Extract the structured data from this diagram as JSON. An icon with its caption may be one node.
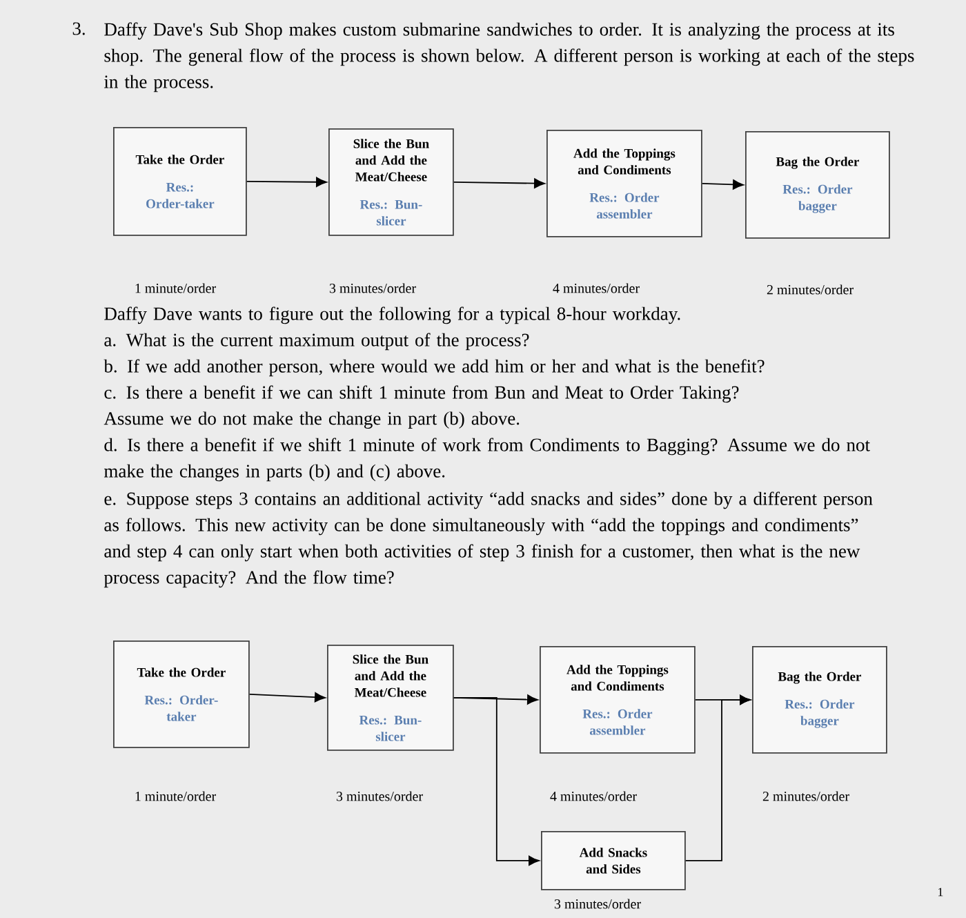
{
  "diagram": {
    "nodes": [
      {
        "text": [
          "Take the Order",
          "Res.: Order-taker"
        ],
        "beside": [
          "1 minute/order"
        ]
      },
      {
        "text": [
          "Slice the Bun and Add the Meat/Cheese",
          "Res.: Bun-slicer"
        ],
        "beside": [
          "3 minutes/order"
        ]
      },
      {
        "text": [
          "Add the Toppings and Condiments",
          "Res.: Order assembler"
        ],
        "beside": [
          "4 minutes/order"
        ]
      },
      {
        "text": [
          "Bag the Order",
          "Res.: Order bagger"
        ],
        "beside": [
          "2 minutes/order"
        ]
      },
      {
        "text": [
          "Take the Order",
          "Res.: Order-taker"
        ],
        "beside": [
          "1 minute/order"
        ]
      },
      {
        "text": [
          "Slice the Bun and Add the Meat/Cheese",
          "Res.: Bun-slicer"
        ],
        "beside": [
          "3 minutes/order"
        ]
      },
      {
        "text": [
          "Add the Toppings and Condiments",
          "Res.: Order assembler"
        ],
        "beside": [
          "4 minutes/order"
        ]
      },
      {
        "text": [
          "Bag the Order",
          "Res.: Order bagger"
        ],
        "beside": [
          "2 minutes/order"
        ]
      },
      {
        "text": [
          "Add Snacks and Sides"
        ],
        "beside": [
          "3 minutes/order"
        ]
      }
    ],
    "edges": [
      {
        "from": 0,
        "to": 1,
        "arrow": "to"
      },
      {
        "from": 1,
        "to": 2,
        "arrow": "to"
      },
      {
        "from": 2,
        "to": 3,
        "arrow": "to"
      },
      {
        "from": 4,
        "to": 5,
        "arrow": "to"
      },
      {
        "from": 5,
        "to": 6,
        "arrow": "to"
      },
      {
        "from": 5,
        "to": 8,
        "arrow": "to"
      },
      {
        "from": 6,
        "to": 7,
        "arrow": "to"
      },
      {
        "from": 8,
        "to": 7,
        "arrow": "to"
      }
    ],
    "labels": [
      "3.",
      "Daffy Dave's Sub Shop makes custom submarine sandwiches to order. It is analyzing the process at its shop. The general flow of the process is shown below. A different person is working at each of the steps in the process.",
      "Daffy Dave wants to figure out the following for a typical 8-hour workday.",
      "a. What is the current maximum output of the process?",
      "b. If we add another person, where would we add him or her and what is the benefit?",
      "c. Is there a benefit if we can shift 1 minute from Bun and Meat to Order Taking?",
      "Assume we do not make the change in part (b) above.",
      "d. Is there a benefit if we shift 1 minute of work from Condiments to Bagging? Assume we do not make the changes in parts (b) and (c) above.",
      "e. Suppose steps 3 contains an additional activity “add snacks and sides” done by a different person as follows. This new activity can be done simultaneously with “add the toppings and condiments” and step 4 can only start when both activities of step 3 finish for a customer, then what is the new process capacity? And the flow time?",
      "1"
    ]
  }
}
